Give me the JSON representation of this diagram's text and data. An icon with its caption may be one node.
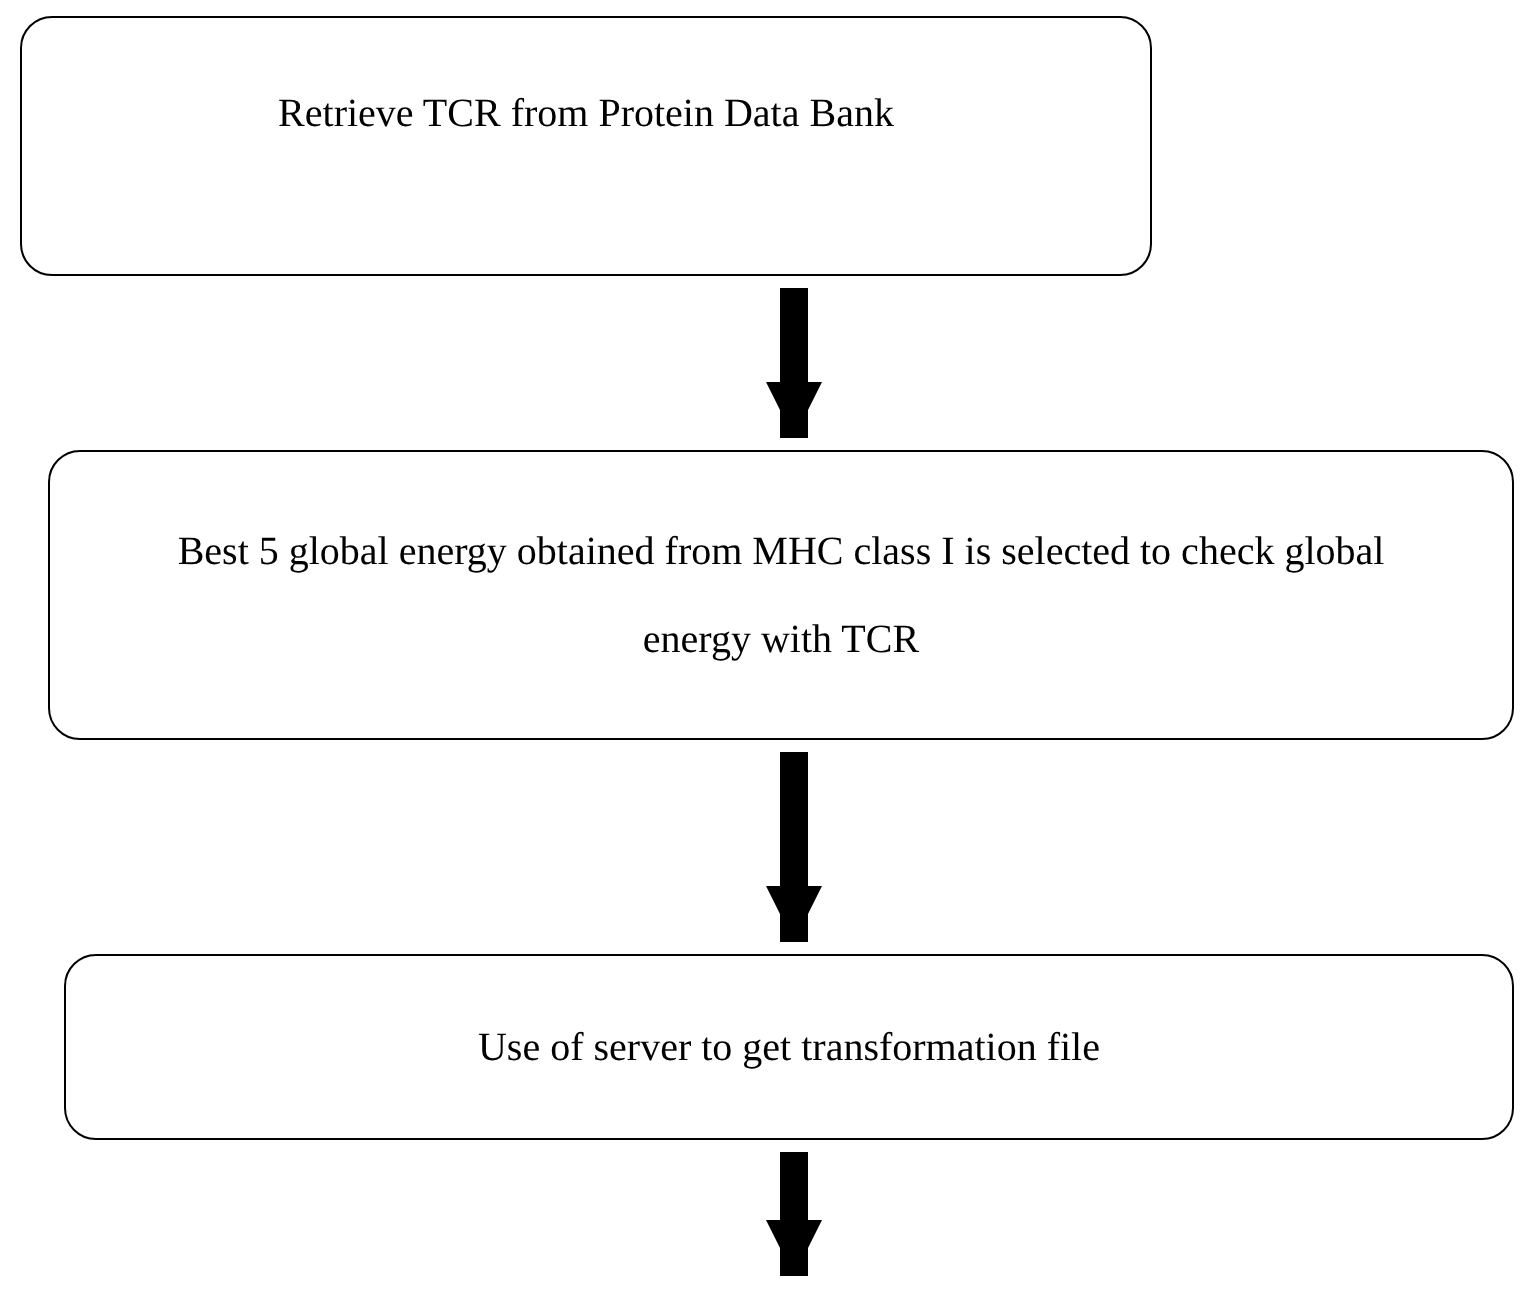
{
  "diagram": {
    "nodes": [
      {
        "text": [
          "Retrieve TCR from Protein Data Bank"
        ]
      },
      {
        "text": [
          "Best 5 global energy obtained from MHC class I is selected to check global energy with TCR"
        ]
      },
      {
        "text": [
          "Use of server to get transformation file"
        ]
      }
    ],
    "edges": [
      {
        "from": 0,
        "to": 1,
        "arrow": "to"
      },
      {
        "from": 1,
        "to": 2,
        "arrow": "to"
      },
      {
        "from": 2,
        "to": null,
        "arrow": "to"
      }
    ]
  }
}
